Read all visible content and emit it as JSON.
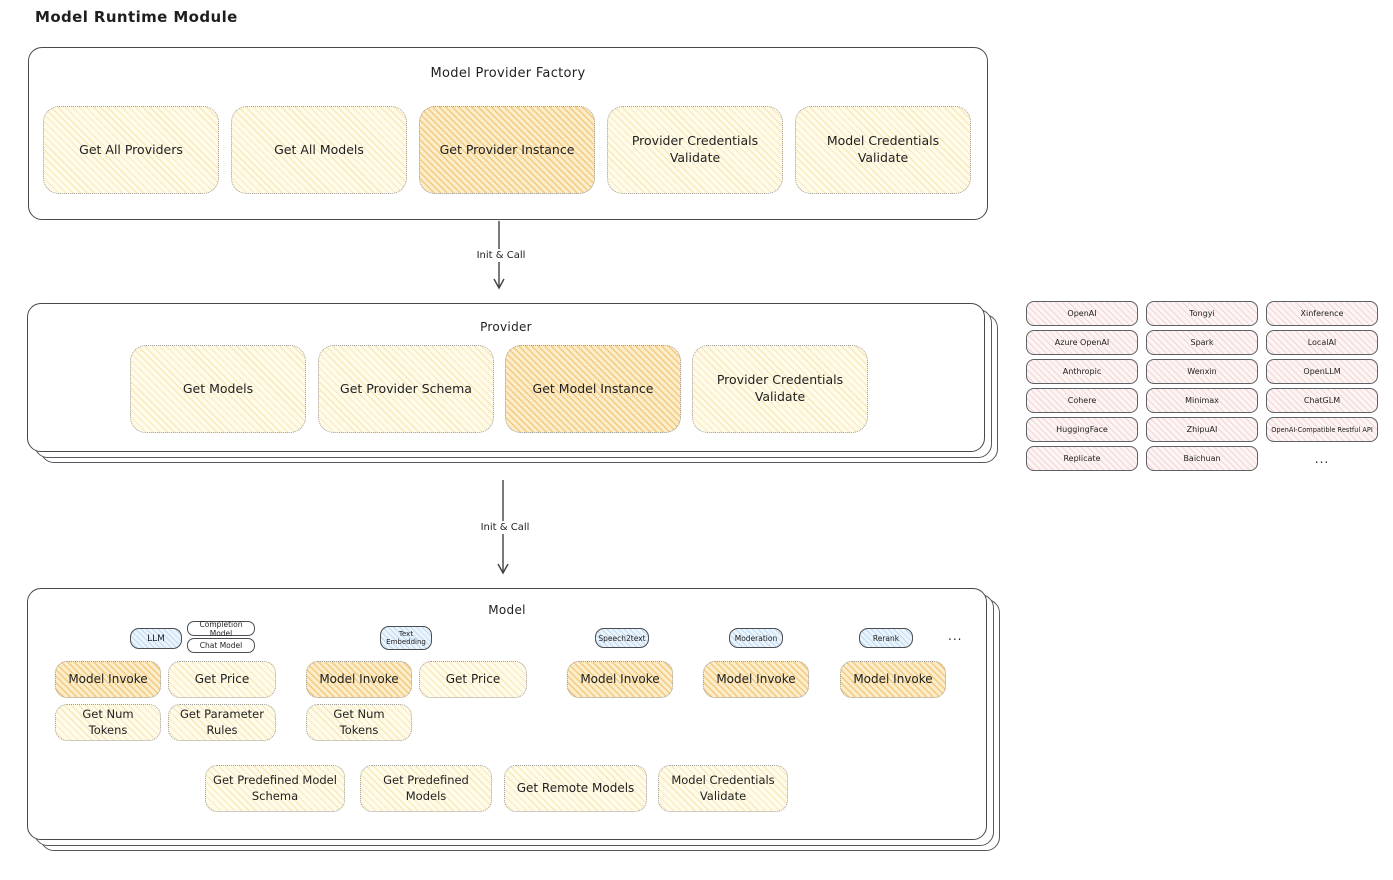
{
  "page": {
    "title": "Model Runtime Module"
  },
  "flow": {
    "arrow1_label": "Init & Call",
    "arrow2_label": "Init & Call"
  },
  "factory": {
    "title": "Model Provider Factory",
    "buttons": [
      {
        "label": "Get All Providers"
      },
      {
        "label": "Get All Models"
      },
      {
        "label": "Get Provider Instance"
      },
      {
        "label": "Provider Credentials Validate"
      },
      {
        "label": "Model Credentials Validate"
      }
    ]
  },
  "provider": {
    "title": "Provider",
    "buttons": [
      {
        "label": "Get Models"
      },
      {
        "label": "Get Provider Schema"
      },
      {
        "label": "Get Model Instance"
      },
      {
        "label": "Provider Credentials Validate"
      }
    ]
  },
  "providers": {
    "items": [
      "OpenAI",
      "Tongyi",
      "Xinference",
      "Azure OpenAI",
      "Spark",
      "LocalAI",
      "Anthropic",
      "Wenxin",
      "OpenLLM",
      "Cohere",
      "Minimax",
      "ChatGLM",
      "HuggingFace",
      "ZhipuAI",
      "OpenAI-Compatible Restful API",
      "Replicate",
      "Baichuan"
    ],
    "more": "..."
  },
  "model": {
    "title": "Model",
    "tabs": {
      "llm": "LLM",
      "completion": "Completion Model",
      "chat": "Chat Model",
      "embedding": "Text Embedding",
      "speech2text": "Speech2text",
      "moderation": "Moderation",
      "rerank": "Rerank",
      "more": "..."
    },
    "ops": {
      "model_invoke": "Model Invoke",
      "get_price": "Get Price",
      "get_num_tokens": "Get Num Tokens",
      "get_parameter_rules": "Get Parameter Rules",
      "get_predefined_model_schema": "Get Predefined Model Schema",
      "get_predefined_models": "Get Predefined Models",
      "get_remote_models": "Get Remote Models",
      "model_credentials_validate": "Model Credentials Validate"
    }
  }
}
